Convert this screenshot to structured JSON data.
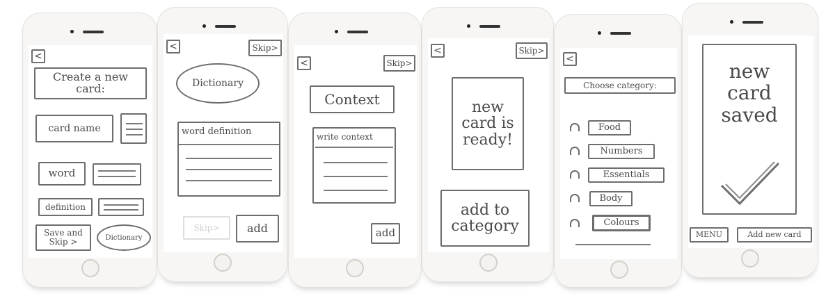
{
  "screens": [
    {
      "back": "<",
      "title": "Create a new card:",
      "card_name": "card name",
      "word": "word",
      "definition": "definition",
      "save_skip": "Save and Skip >",
      "dictionary": "Dictionary"
    },
    {
      "back": "<",
      "skip": "Skip>",
      "dictionary": "Dictionary",
      "word_definition": "word definition",
      "skip_faded": "Skip>",
      "add": "add"
    },
    {
      "back": "<",
      "skip": "Skip>",
      "title": "Context",
      "write_context": "write context",
      "add": "add"
    },
    {
      "back": "<",
      "skip": "Skip>",
      "message": "new card is ready!",
      "add_to_category": "add to category"
    },
    {
      "back": "<",
      "choose_category": "Choose category:",
      "categories": [
        "Food",
        "Numbers",
        "Essentials",
        "Body",
        "Colours"
      ]
    },
    {
      "message": "new card saved",
      "menu": "MENU",
      "add_new_card": "Add new card"
    }
  ]
}
